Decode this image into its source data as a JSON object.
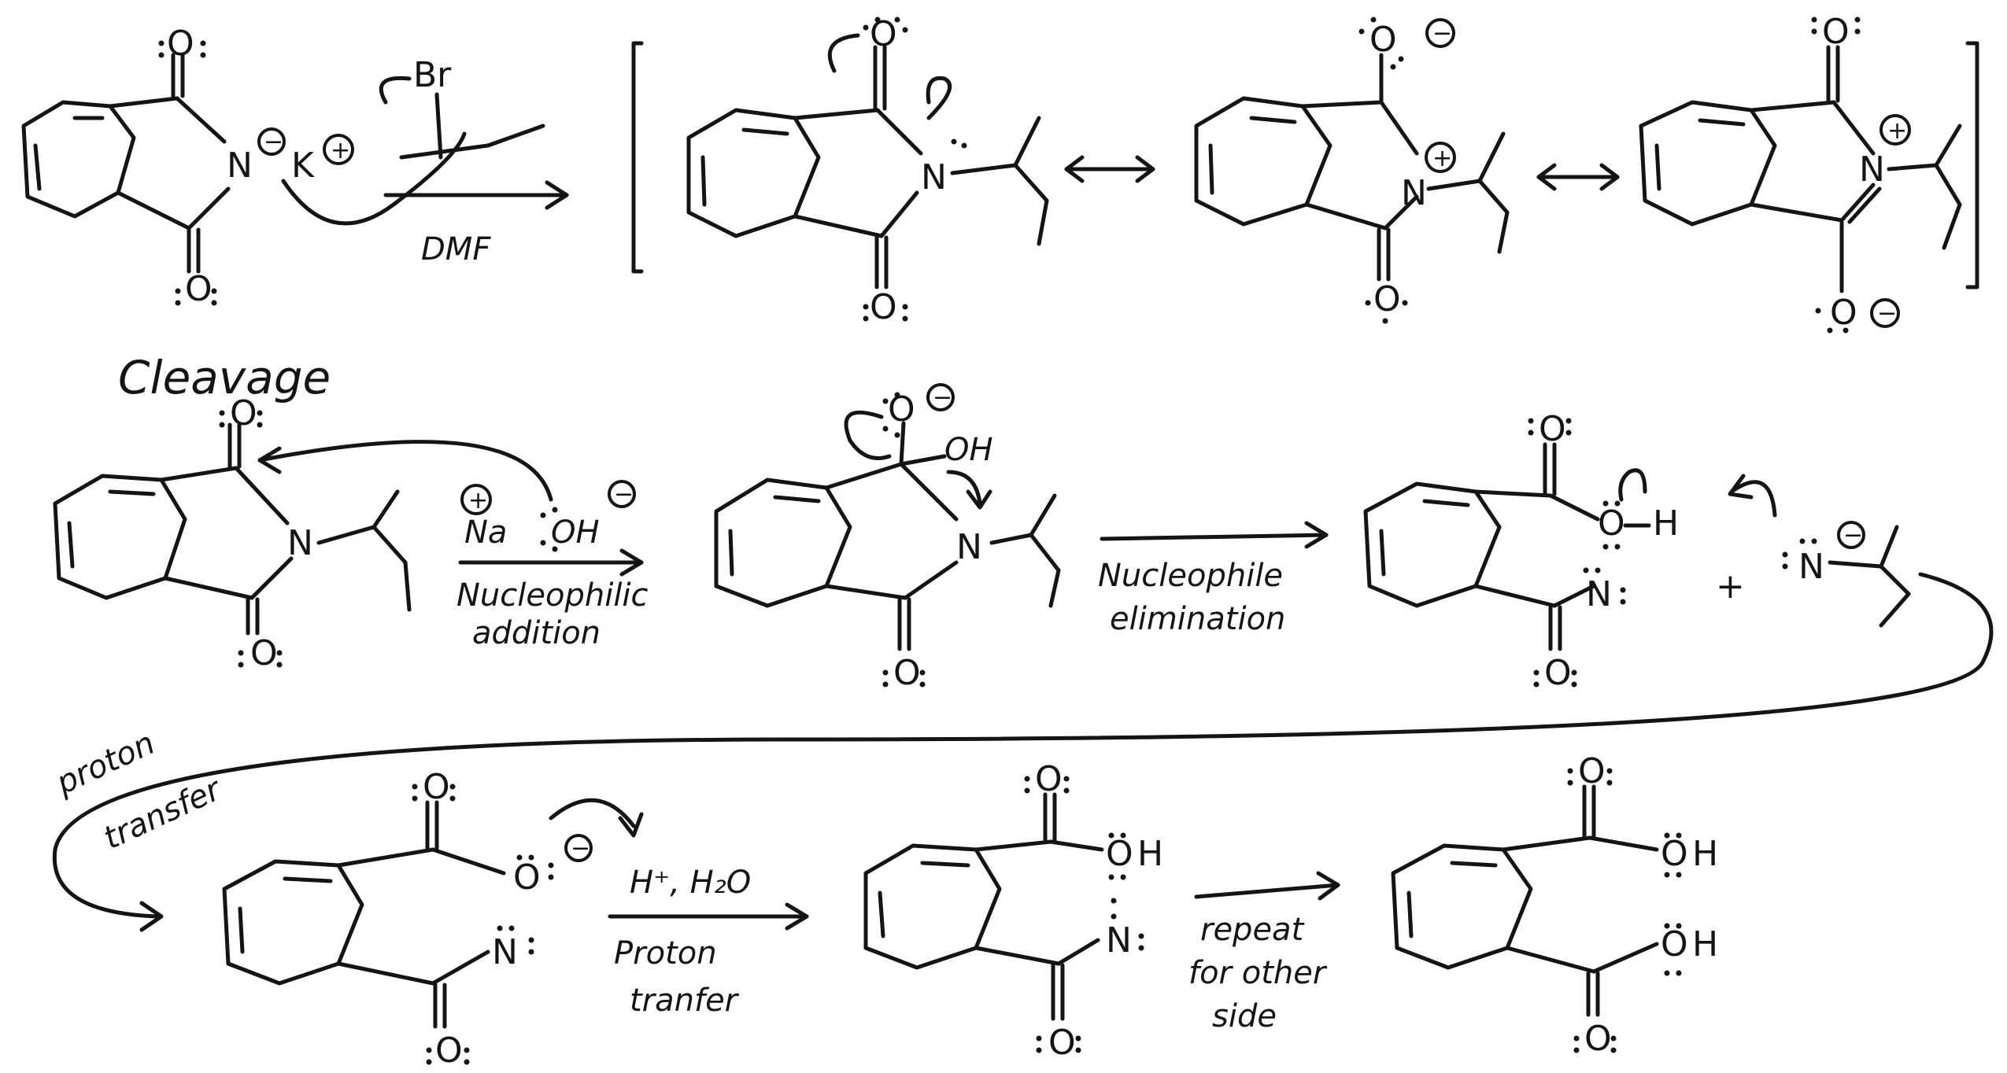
{
  "labels": {
    "reagent_dmf": "DMF",
    "leaving_group": "Br",
    "section_cleavage": "Cleavage",
    "reagent_naoh_cation": "Na",
    "reagent_naoh_anion": "OH",
    "step_nucleophilic_line1": "Nucleophilic",
    "step_nucleophilic_line2": "addition",
    "intermediate_oh": "OH",
    "step_elimination_line1": "Nucleophile",
    "step_elimination_line2": "elimination",
    "plus_sign": "+",
    "step_proton_transfer_line1": "proton",
    "step_proton_transfer_line2": "transfer",
    "reagent_acid": "H⁺, H₂O",
    "step_proton_tranfer_line1": "Proton",
    "step_proton_tranfer_line2": "tranfer",
    "step_repeat_line1": "repeat",
    "step_repeat_line2": "for other",
    "step_repeat_line3": "side"
  },
  "atoms": {
    "nitrogen": "N",
    "oxygen": "O",
    "hydrogen": "H",
    "potassium": "K",
    "lone_pair": ":"
  },
  "charges": {
    "plus": "+",
    "minus": "−"
  }
}
